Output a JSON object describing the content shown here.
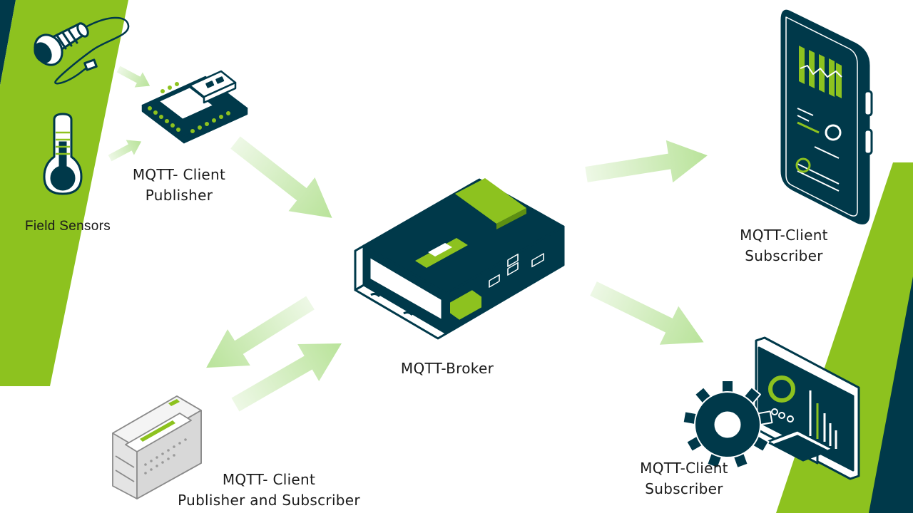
{
  "colors": {
    "dark": "#00394a",
    "green": "#8dc21f",
    "arrow": "#b9e39a"
  },
  "labels": {
    "field_sensors": "Field Sensors",
    "publisher_line1": "MQTT- Client",
    "publisher_line2": "Publisher",
    "broker": "MQTT-Broker",
    "phone_line1": "MQTT-Client",
    "phone_line2": "Subscriber",
    "monitor_line1": "MQTT-Client",
    "monitor_line2": "Subscriber",
    "plc_line1": "MQTT- Client",
    "plc_line2": "Publisher and Subscriber"
  },
  "icons": [
    "inductive-sensor-icon",
    "thermometer-icon",
    "microcontroller-board-icon",
    "broker-gateway-device-icon",
    "smartphone-dashboard-icon",
    "monitor-dashboard-icon",
    "gear-icon",
    "din-rail-plc-icon"
  ]
}
